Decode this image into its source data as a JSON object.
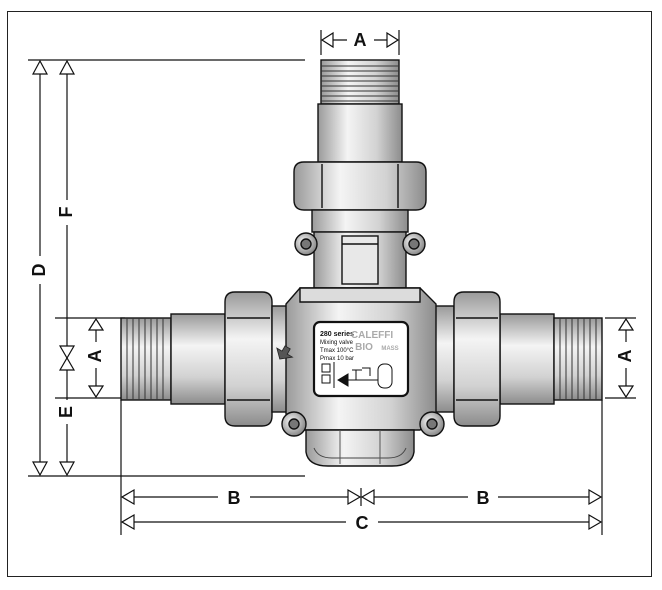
{
  "dimensions": {
    "a_top": "A",
    "a_left": "A",
    "a_right": "A",
    "b_left": "B",
    "b_right": "B",
    "c": "C",
    "d": "D",
    "e": "E",
    "f": "F"
  },
  "plate": {
    "series": "280 series",
    "name": "Mixing valve",
    "tmax": "Tmax 100°C",
    "pmax": "Pmax 10 bar",
    "brand": "CALEFFI",
    "bio": "BIO",
    "mass": "MASS"
  },
  "colors": {
    "line": "#111111",
    "body_light": "#ededed",
    "body_mid": "#c8c8c8",
    "body_dark": "#8a8a8a"
  }
}
